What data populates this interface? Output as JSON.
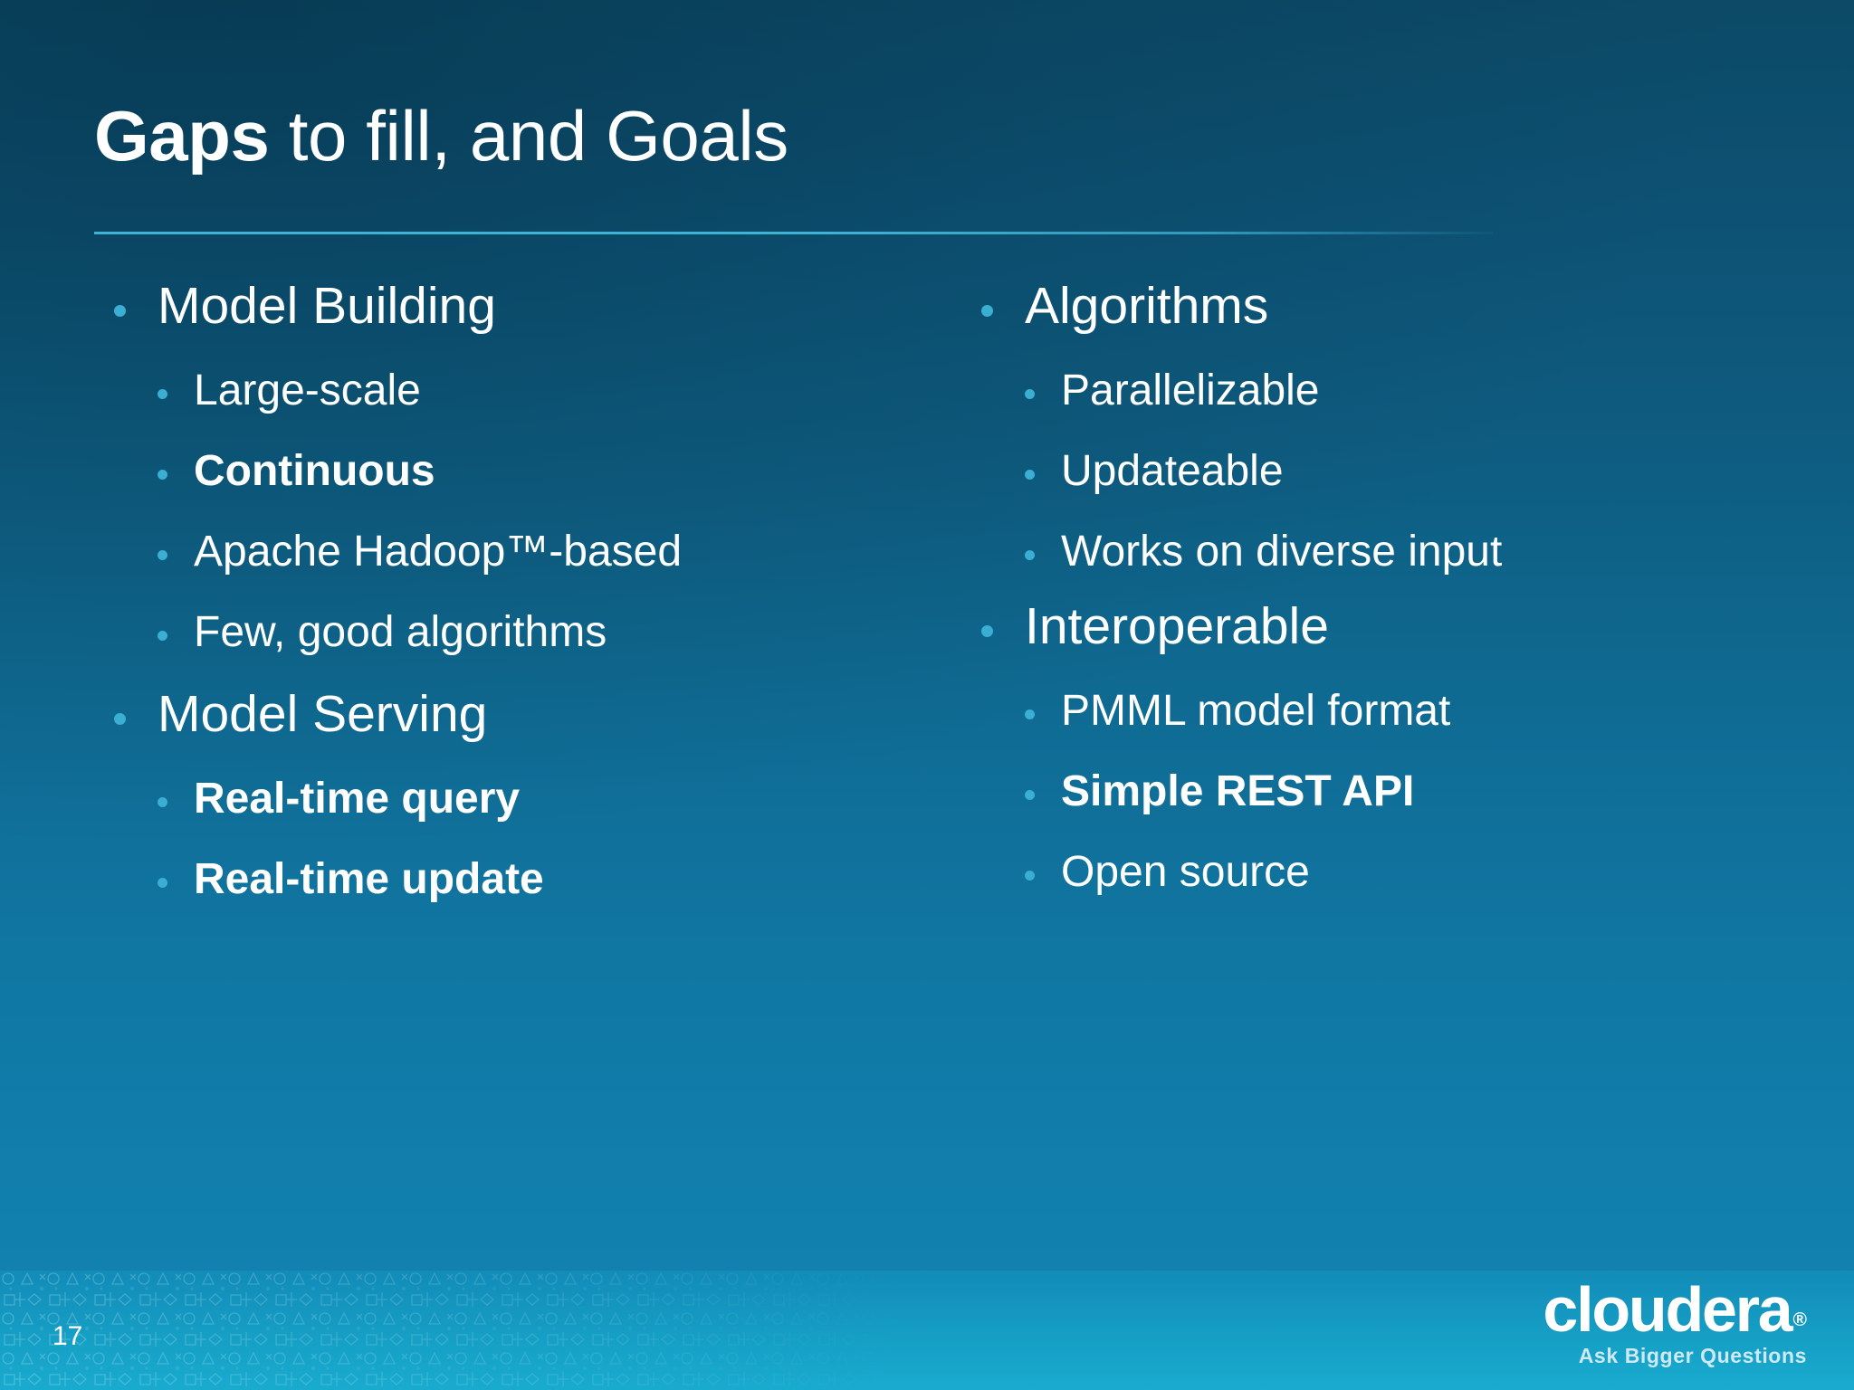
{
  "slide": {
    "title_strong": "Gaps",
    "title_rest": " to fill, and Goals",
    "number": "17"
  },
  "columns": [
    {
      "groups": [
        {
          "label": "Model Building",
          "bold": false,
          "items": [
            {
              "label": "Large-scale",
              "bold": false
            },
            {
              "label": "Continuous",
              "bold": true
            },
            {
              "label": "Apache Hadoop™-based",
              "bold": false
            },
            {
              "label": "Few, good algorithms",
              "bold": false
            }
          ]
        },
        {
          "label": "Model Serving",
          "bold": false,
          "items": [
            {
              "label": "Real-time query",
              "bold": true
            },
            {
              "label": "Real-time update",
              "bold": true
            }
          ]
        }
      ]
    },
    {
      "groups": [
        {
          "label": "Algorithms",
          "bold": false,
          "items": [
            {
              "label": "Parallelizable",
              "bold": false
            },
            {
              "label": "Updateable",
              "bold": false
            },
            {
              "label": "Works on diverse input",
              "bold": false
            }
          ]
        },
        {
          "label": "Interoperable",
          "bold": false,
          "items": [
            {
              "label": "PMML model format",
              "bold": false
            },
            {
              "label": "Simple REST API",
              "bold": true
            },
            {
              "label": "Open source",
              "bold": false
            }
          ]
        }
      ]
    }
  ],
  "footer": {
    "logo_word": "cloudera",
    "logo_registered": "®",
    "logo_tagline": "Ask Bigger Questions"
  },
  "colors": {
    "bg_top": "#0c4a67",
    "bg_bottom": "#1285b4",
    "accent_rule": "#3fb3d4",
    "bullet": "#3aaed3",
    "footer_band": "#16a0c6",
    "text": "#ffffff"
  }
}
